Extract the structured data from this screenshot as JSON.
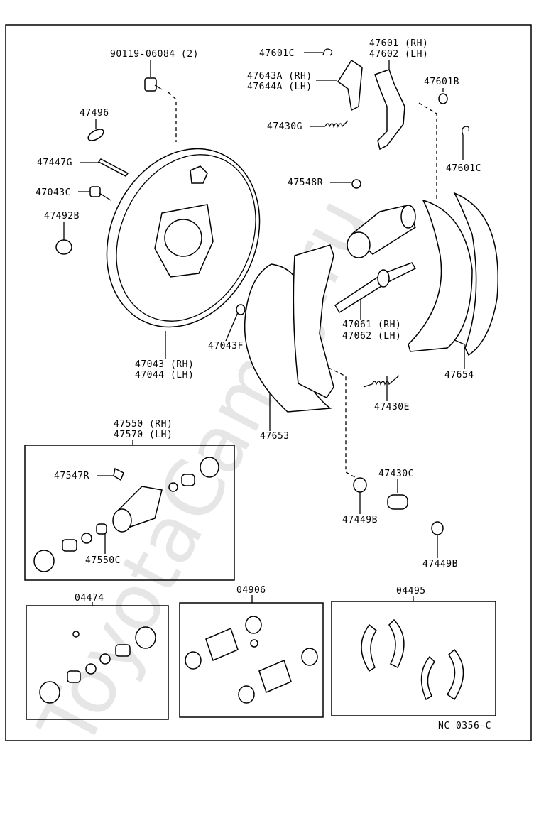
{
  "diagram": {
    "watermark": "ToyotaCamry.ru",
    "drawing_code": "NC 0356-C",
    "labels": {
      "bolt": "90119-06084  (2)",
      "p47496": "47496",
      "p47447g": "47447G",
      "p47043c": "47043C",
      "p47492b": "47492B",
      "p47601c_top": "47601C",
      "p47643a": "47643A (RH)",
      "p47644a": "47644A (LH)",
      "p47430g": "47430G",
      "p47601": "47601 (RH)",
      "p47602": "47602 (LH)",
      "p47601b": "47601B",
      "p47601c_right": "47601C",
      "p47548r": "47548R",
      "p47043": "47043 (RH)",
      "p47044": "47044 (LH)",
      "p47043f": "47043F",
      "p47061": "47061 (RH)",
      "p47062": "47062 (LH)",
      "p47654": "47654",
      "p47430e": "47430E",
      "p47653": "47653",
      "p47550": "47550 (RH)",
      "p47570": "47570 (LH)",
      "p47547r": "47547R",
      "p47550c": "47550C",
      "p47430c": "47430C",
      "p47449b_a": "47449B",
      "p47449b_b": "47449B",
      "kit04474": "04474",
      "kit04906": "04906",
      "kit04495": "04495"
    }
  }
}
